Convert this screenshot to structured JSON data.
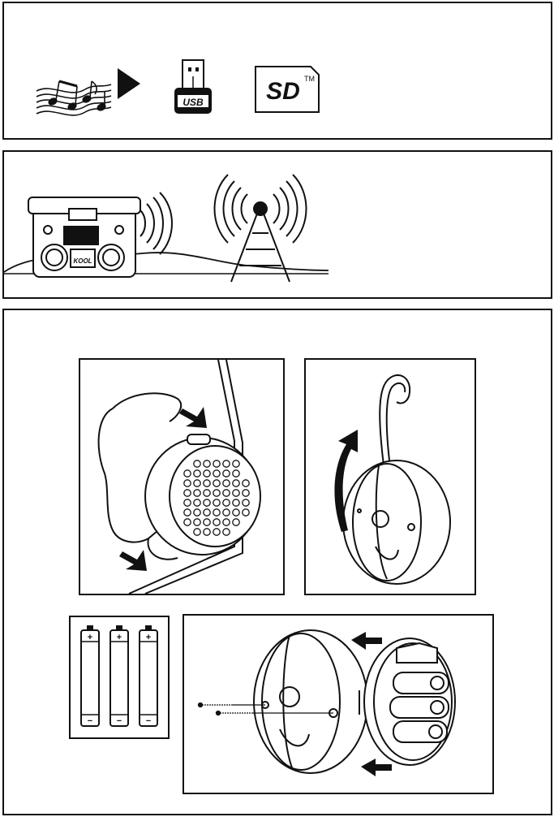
{
  "media_panel": {
    "usb_label": "USB",
    "sd_label": "SD",
    "trademark": "TM",
    "icons": [
      "music-notes-icon",
      "play-icon",
      "usb-drive-icon",
      "sd-card-icon"
    ]
  },
  "radio_panel": {
    "device_brand": "KOOL",
    "icons": [
      "speaker-cooler-icon",
      "radio-waves-icon",
      "radio-tower-icon"
    ]
  },
  "light_panel": {
    "battery_plus": [
      "+",
      "+",
      "+"
    ],
    "battery_minus": [
      "−",
      "−",
      "−"
    ],
    "icons": [
      "arrow-icon",
      "curved-arrow-icon",
      "battery-icon",
      "screw-icon"
    ]
  }
}
